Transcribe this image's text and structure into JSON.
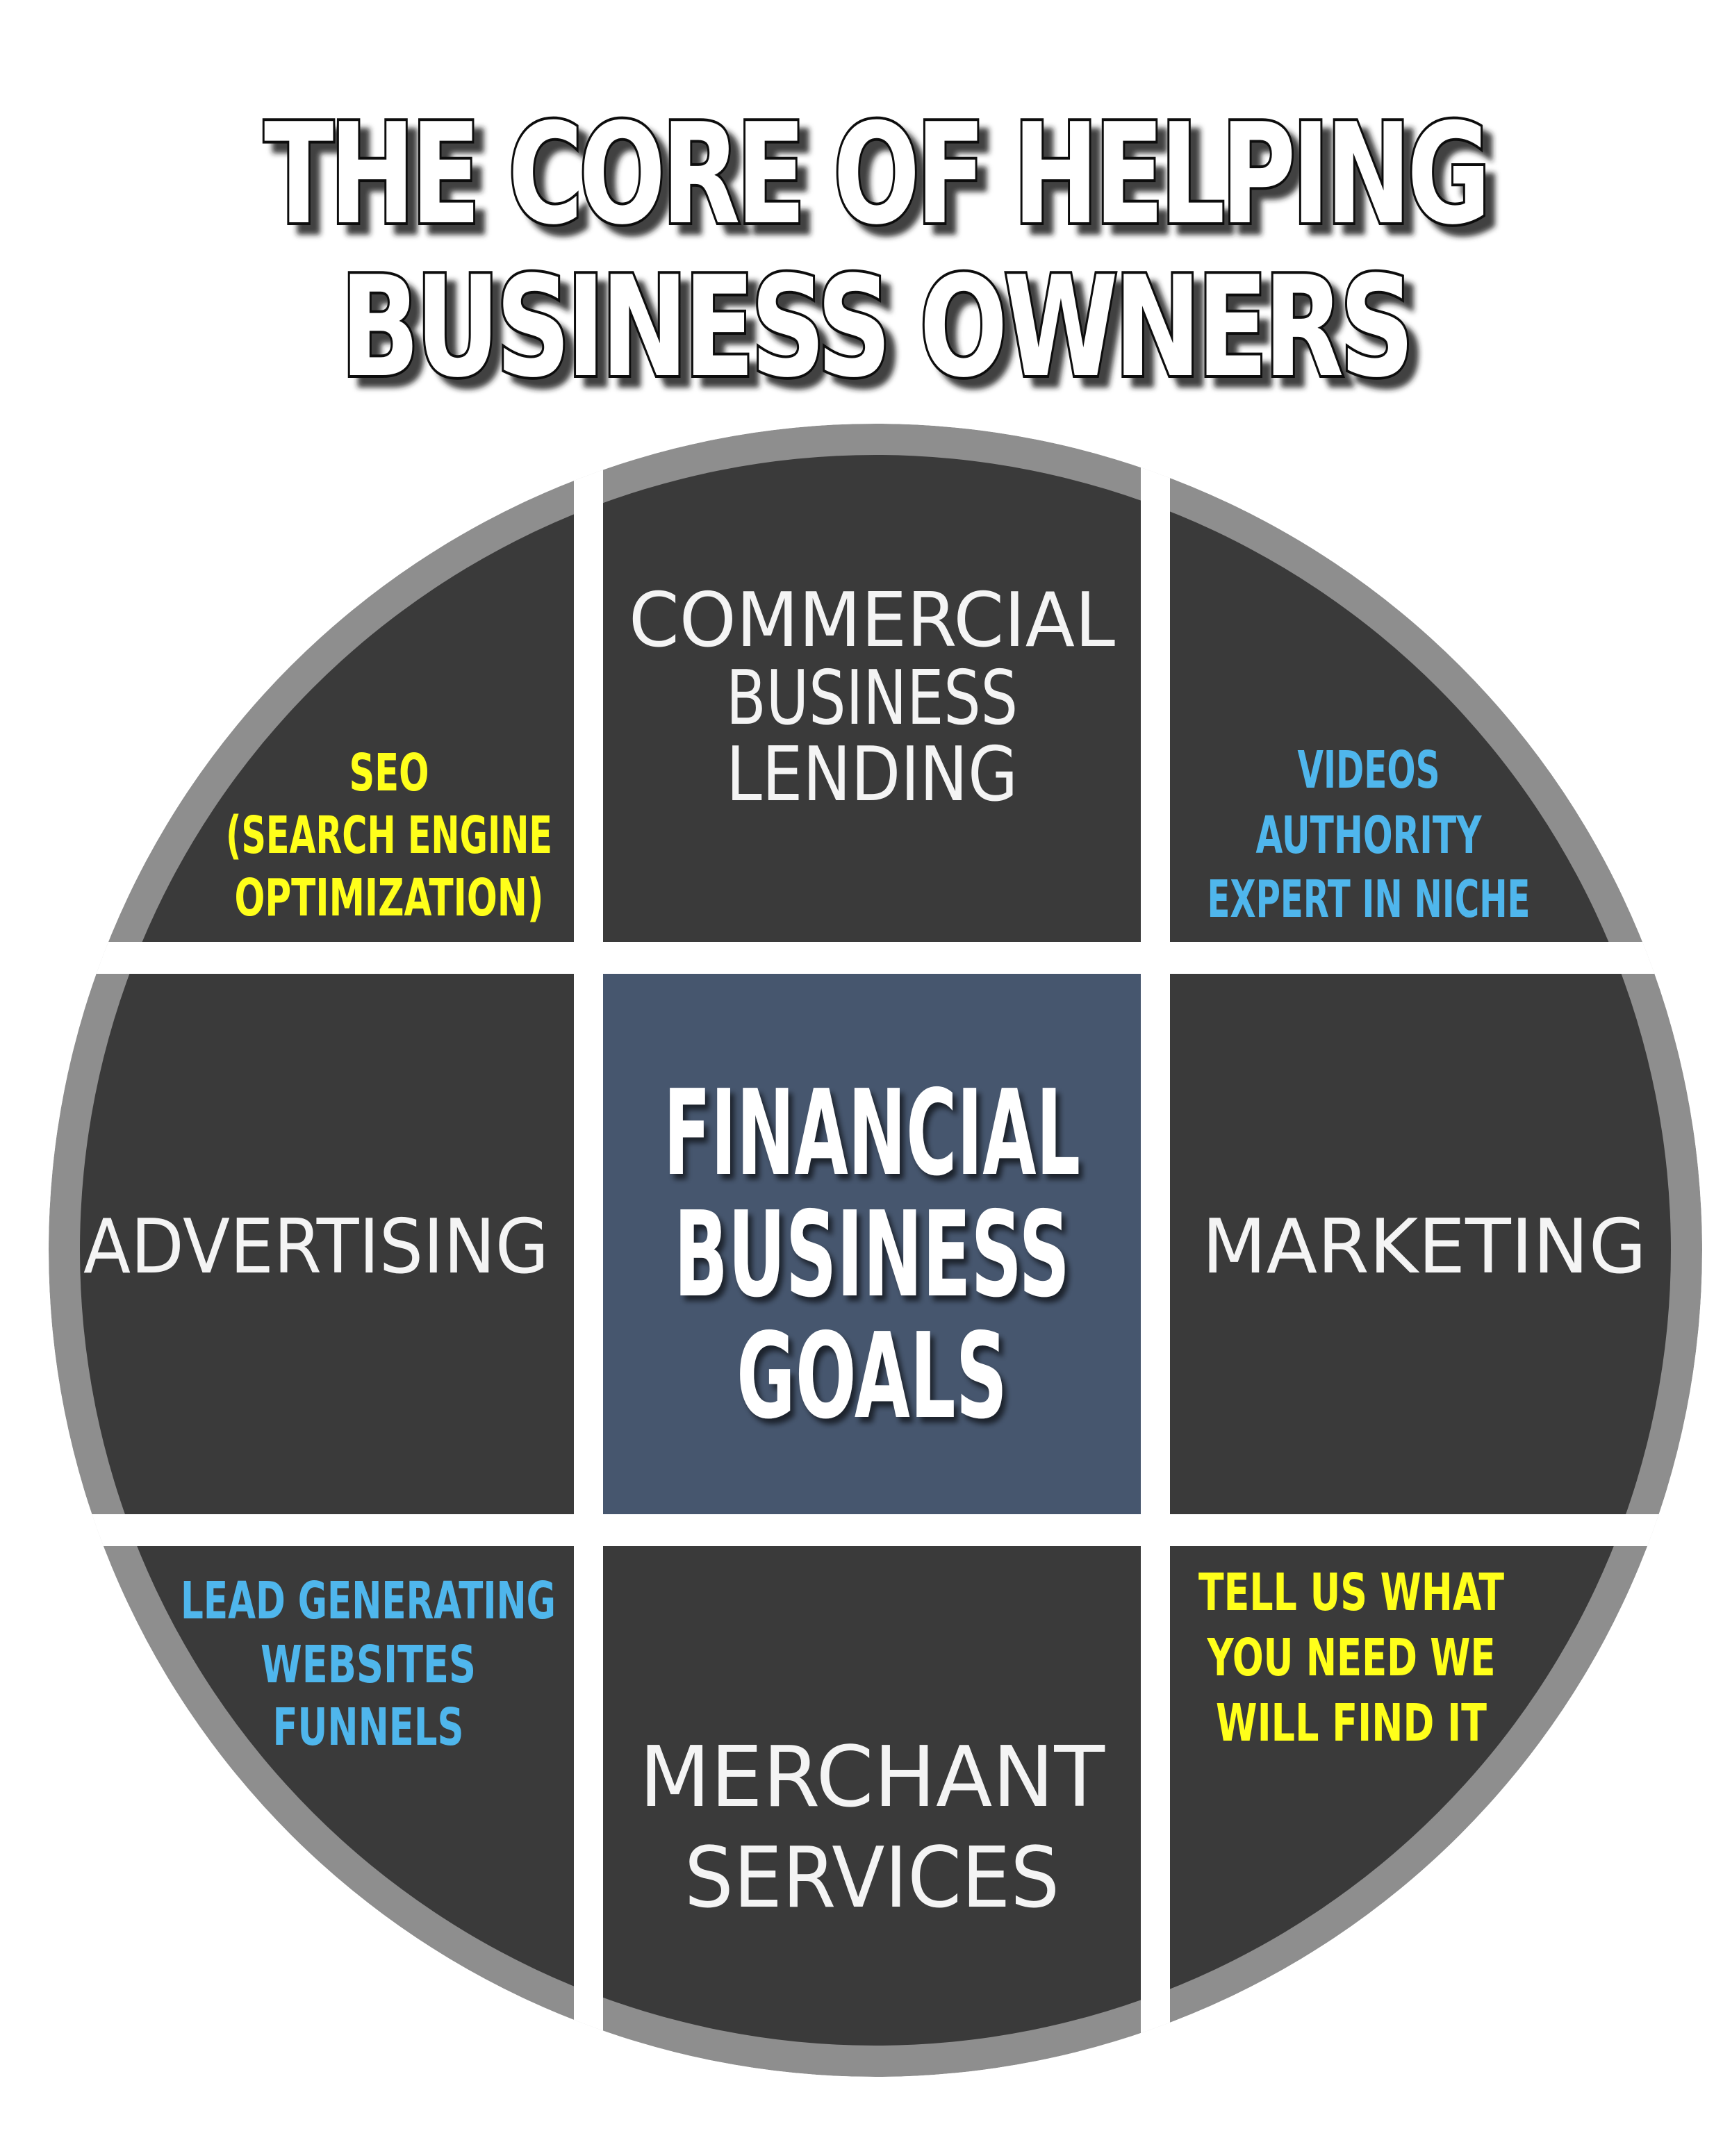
{
  "title": {
    "lines": [
      "THE CORE OF HELPING",
      "BUSINESS OWNERS"
    ]
  },
  "center": {
    "lines": [
      "FINANCIAL",
      "BUSINESS",
      "GOALS"
    ]
  },
  "segments": {
    "top": {
      "lines": [
        "COMMERCIAL",
        "BUSINESS",
        "LENDING"
      ]
    },
    "left": {
      "lines": [
        "ADVERTISING"
      ]
    },
    "right": {
      "lines": [
        "MARKETING"
      ]
    },
    "bottom": {
      "lines": [
        "MERCHANT",
        "SERVICES"
      ]
    },
    "top_left": {
      "lines": [
        "SEO",
        "(SEARCH ENGINE",
        "OPTIMIZATION)"
      ]
    },
    "top_right": {
      "lines": [
        "VIDEOS",
        "AUTHORITY",
        "EXPERT IN NICHE"
      ]
    },
    "bottom_left": {
      "lines": [
        "LEAD GENERATING",
        "WEBSITES",
        "FUNNELS"
      ]
    },
    "bottom_right": {
      "lines": [
        "TELL US WHAT",
        "YOU NEED WE",
        "WILL FIND IT"
      ]
    }
  },
  "colors": {
    "segment_fill": "#3a3a3a",
    "ring": "#8e8e8e",
    "center_fill": "#46566e",
    "yellow": "#ffff1a",
    "blue": "#4fb6ec",
    "white": "#f4f4f4"
  }
}
